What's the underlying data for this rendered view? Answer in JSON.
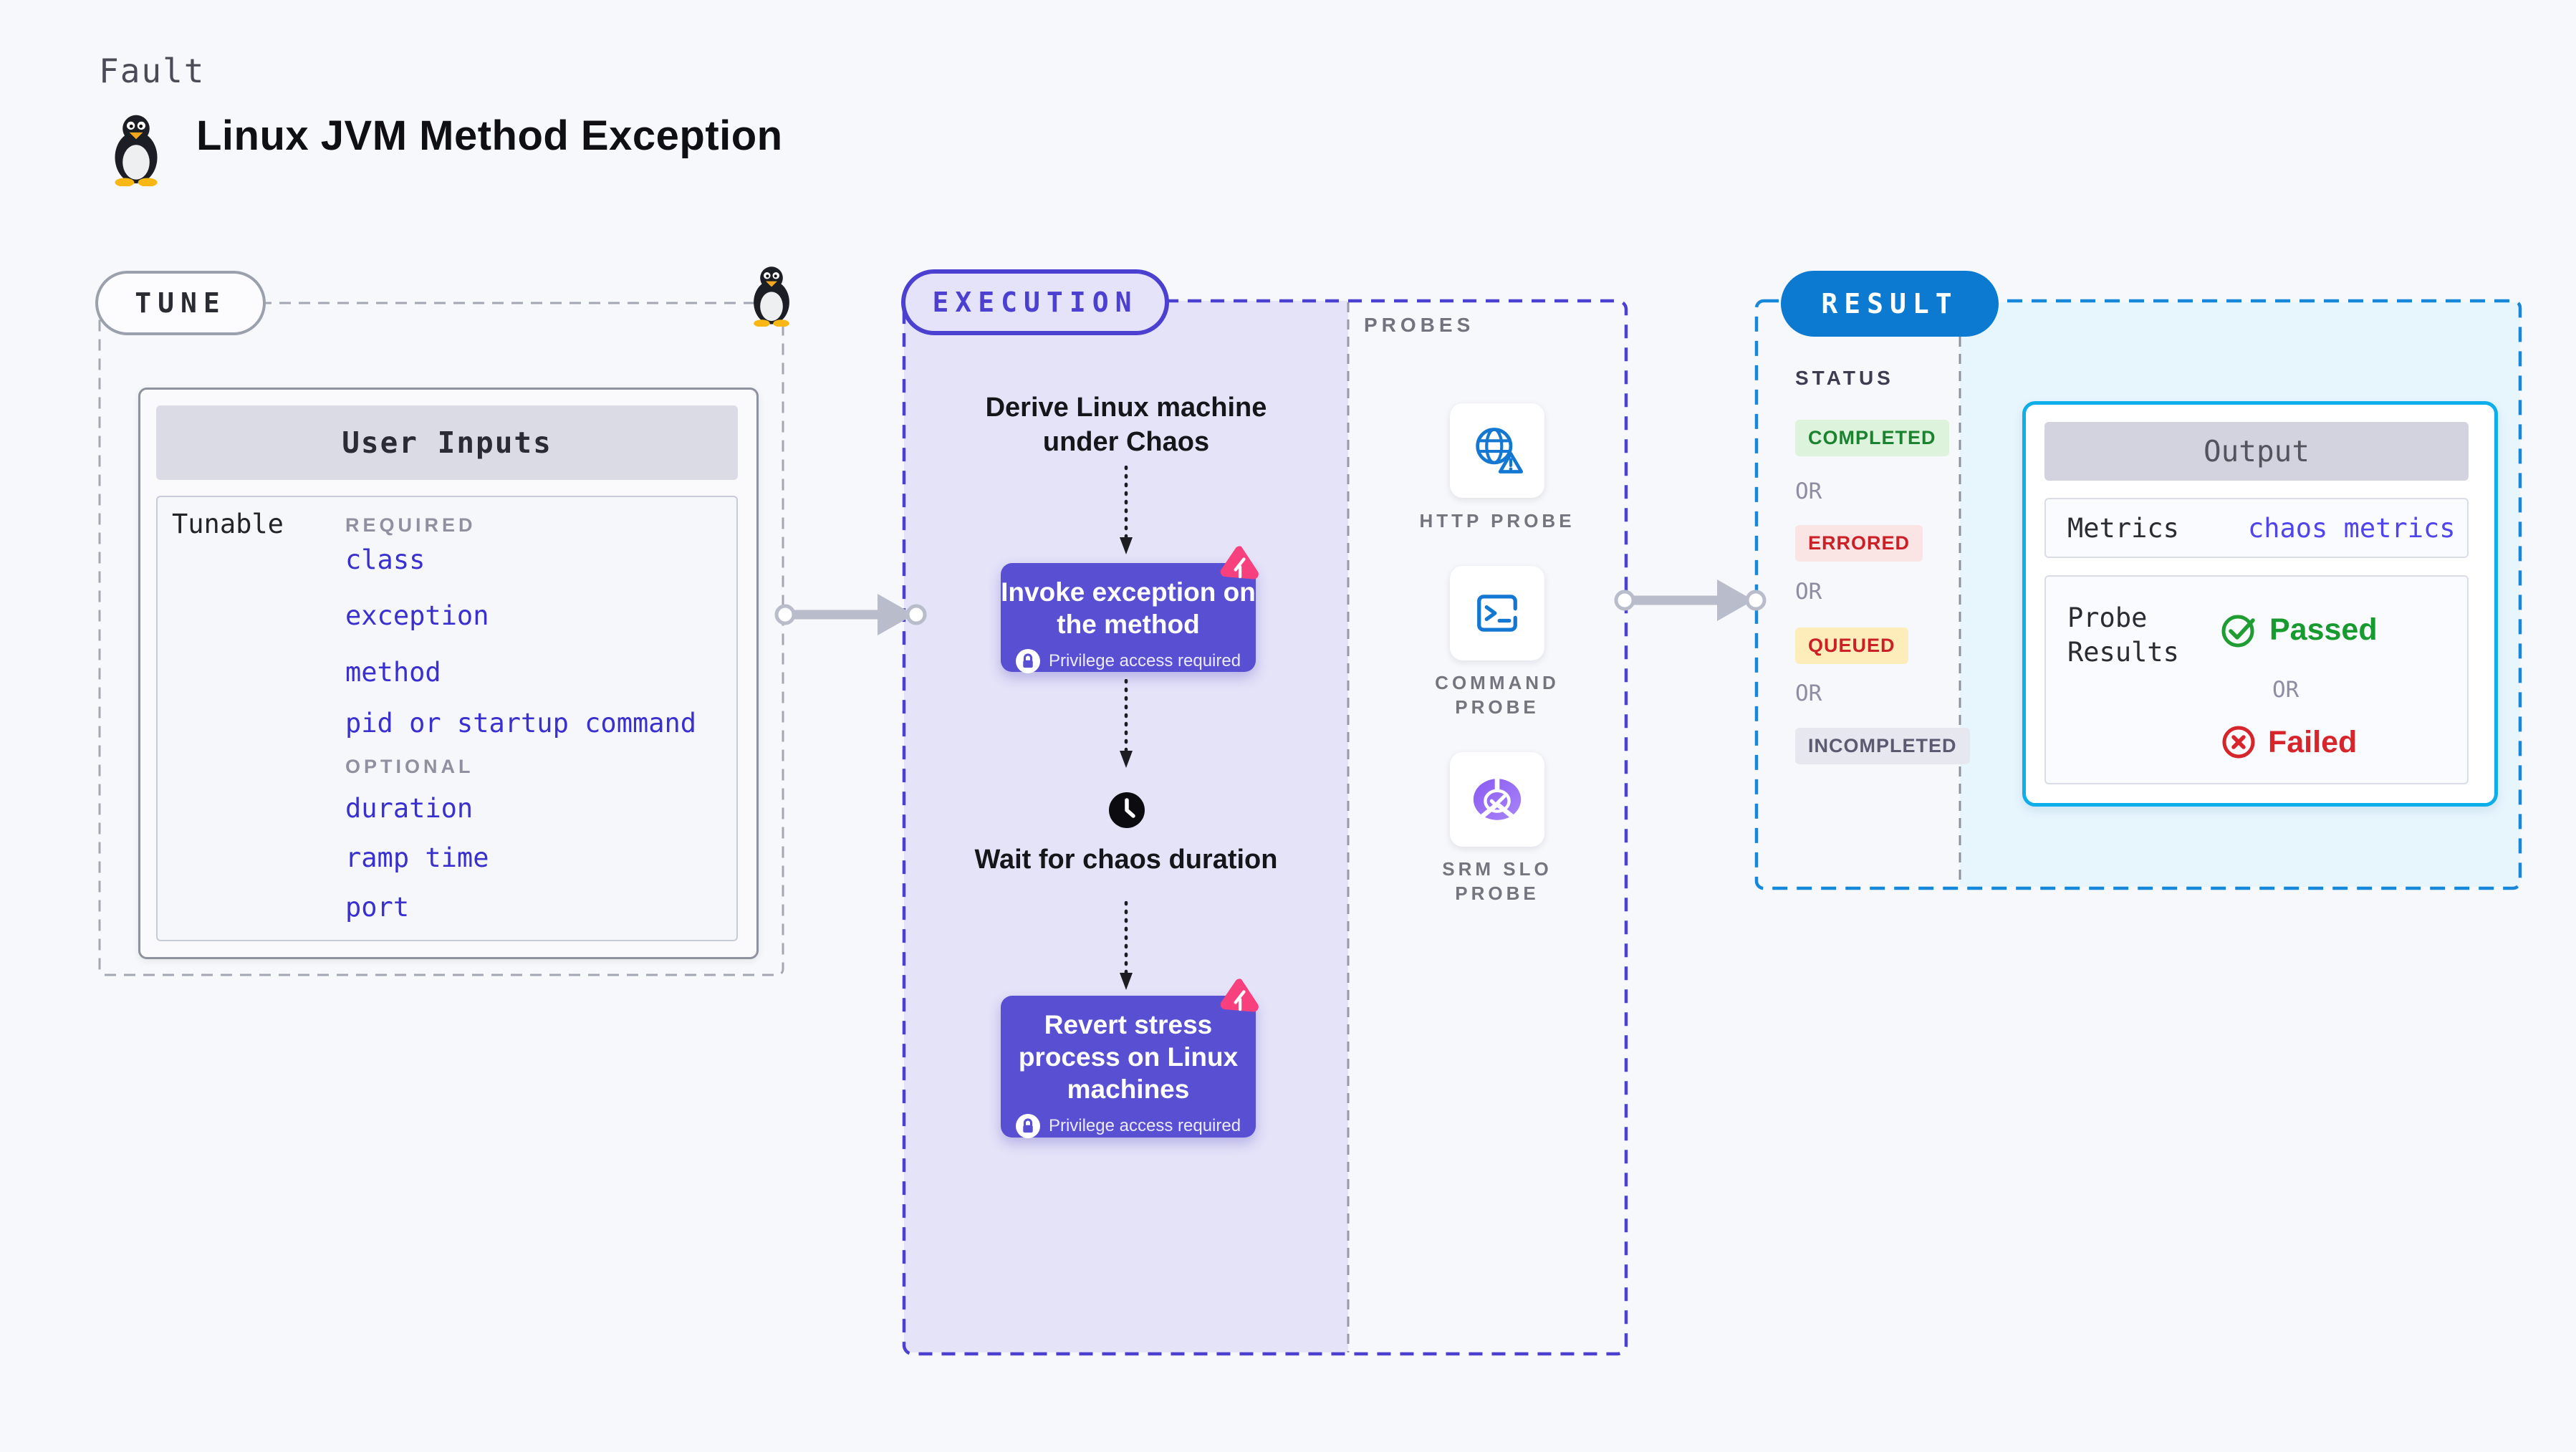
{
  "header": {
    "kicker": "Fault",
    "title": "Linux JVM Method Exception",
    "icon": "penguin-icon"
  },
  "tune": {
    "badge": "TUNE",
    "card_title": "User Inputs",
    "row_label": "Tunable",
    "required_label": "REQUIRED",
    "required_inputs": [
      "class",
      "exception",
      "method",
      "pid or startup command"
    ],
    "optional_label": "OPTIONAL",
    "optional_inputs": [
      "duration",
      "ramp time",
      "port"
    ]
  },
  "execution": {
    "badge": "EXECUTION",
    "derive_step": "Derive Linux machine under Chaos",
    "invoke_action": "Invoke exception on the method",
    "wait_step": "Wait for chaos duration",
    "revert_action": "Revert stress process on Linux machines",
    "privilege_label": "Privilege access required"
  },
  "probes": {
    "label": "PROBES",
    "items": [
      {
        "name": "HTTP PROBE",
        "icon": "globe-alert-icon"
      },
      {
        "name": "COMMAND PROBE",
        "icon": "terminal-icon"
      },
      {
        "name": "SRM SLO PROBE",
        "icon": "slo-gauge-icon"
      }
    ]
  },
  "result": {
    "badge": "RESULT",
    "status_label": "STATUS",
    "or_label": "OR",
    "statuses": [
      {
        "label": "COMPLETED",
        "bg": "#ddf3dc",
        "color": "#1b8230"
      },
      {
        "label": "ERRORED",
        "bg": "#fbe4e4",
        "color": "#cb2026"
      },
      {
        "label": "QUEUED",
        "bg": "#fcedbb",
        "color": "#cb2026"
      },
      {
        "label": "INCOMPLETED",
        "bg": "#e7e7ef",
        "color": "#5a5a70"
      }
    ],
    "output": {
      "title": "Output",
      "metrics_label": "Metrics",
      "metrics_value": "chaos metrics",
      "probe_results_label": "Probe Results",
      "passed_label": "Passed",
      "or_label": "OR",
      "failed_label": "Failed"
    }
  },
  "colors": {
    "page_bg": "#f7f8fb",
    "accent_indigo": "#4b40cf",
    "action_box": "#584fd3",
    "lavender_fill": "#e4e3f8",
    "result_blue": "#0b7ad0",
    "result_dashed_border": "#1687d9",
    "cyan_fill": "#e7f5fd",
    "output_border": "#0daeea",
    "link_blue": "#3a30cf",
    "metrics_value_color": "#5044ef",
    "passed_green": "#189b2e",
    "failed_red": "#d6252b",
    "arrow_gray": "#b9bcca",
    "chaos_pink": "#f8407e",
    "probe_icon_blue": "#1478d2"
  }
}
